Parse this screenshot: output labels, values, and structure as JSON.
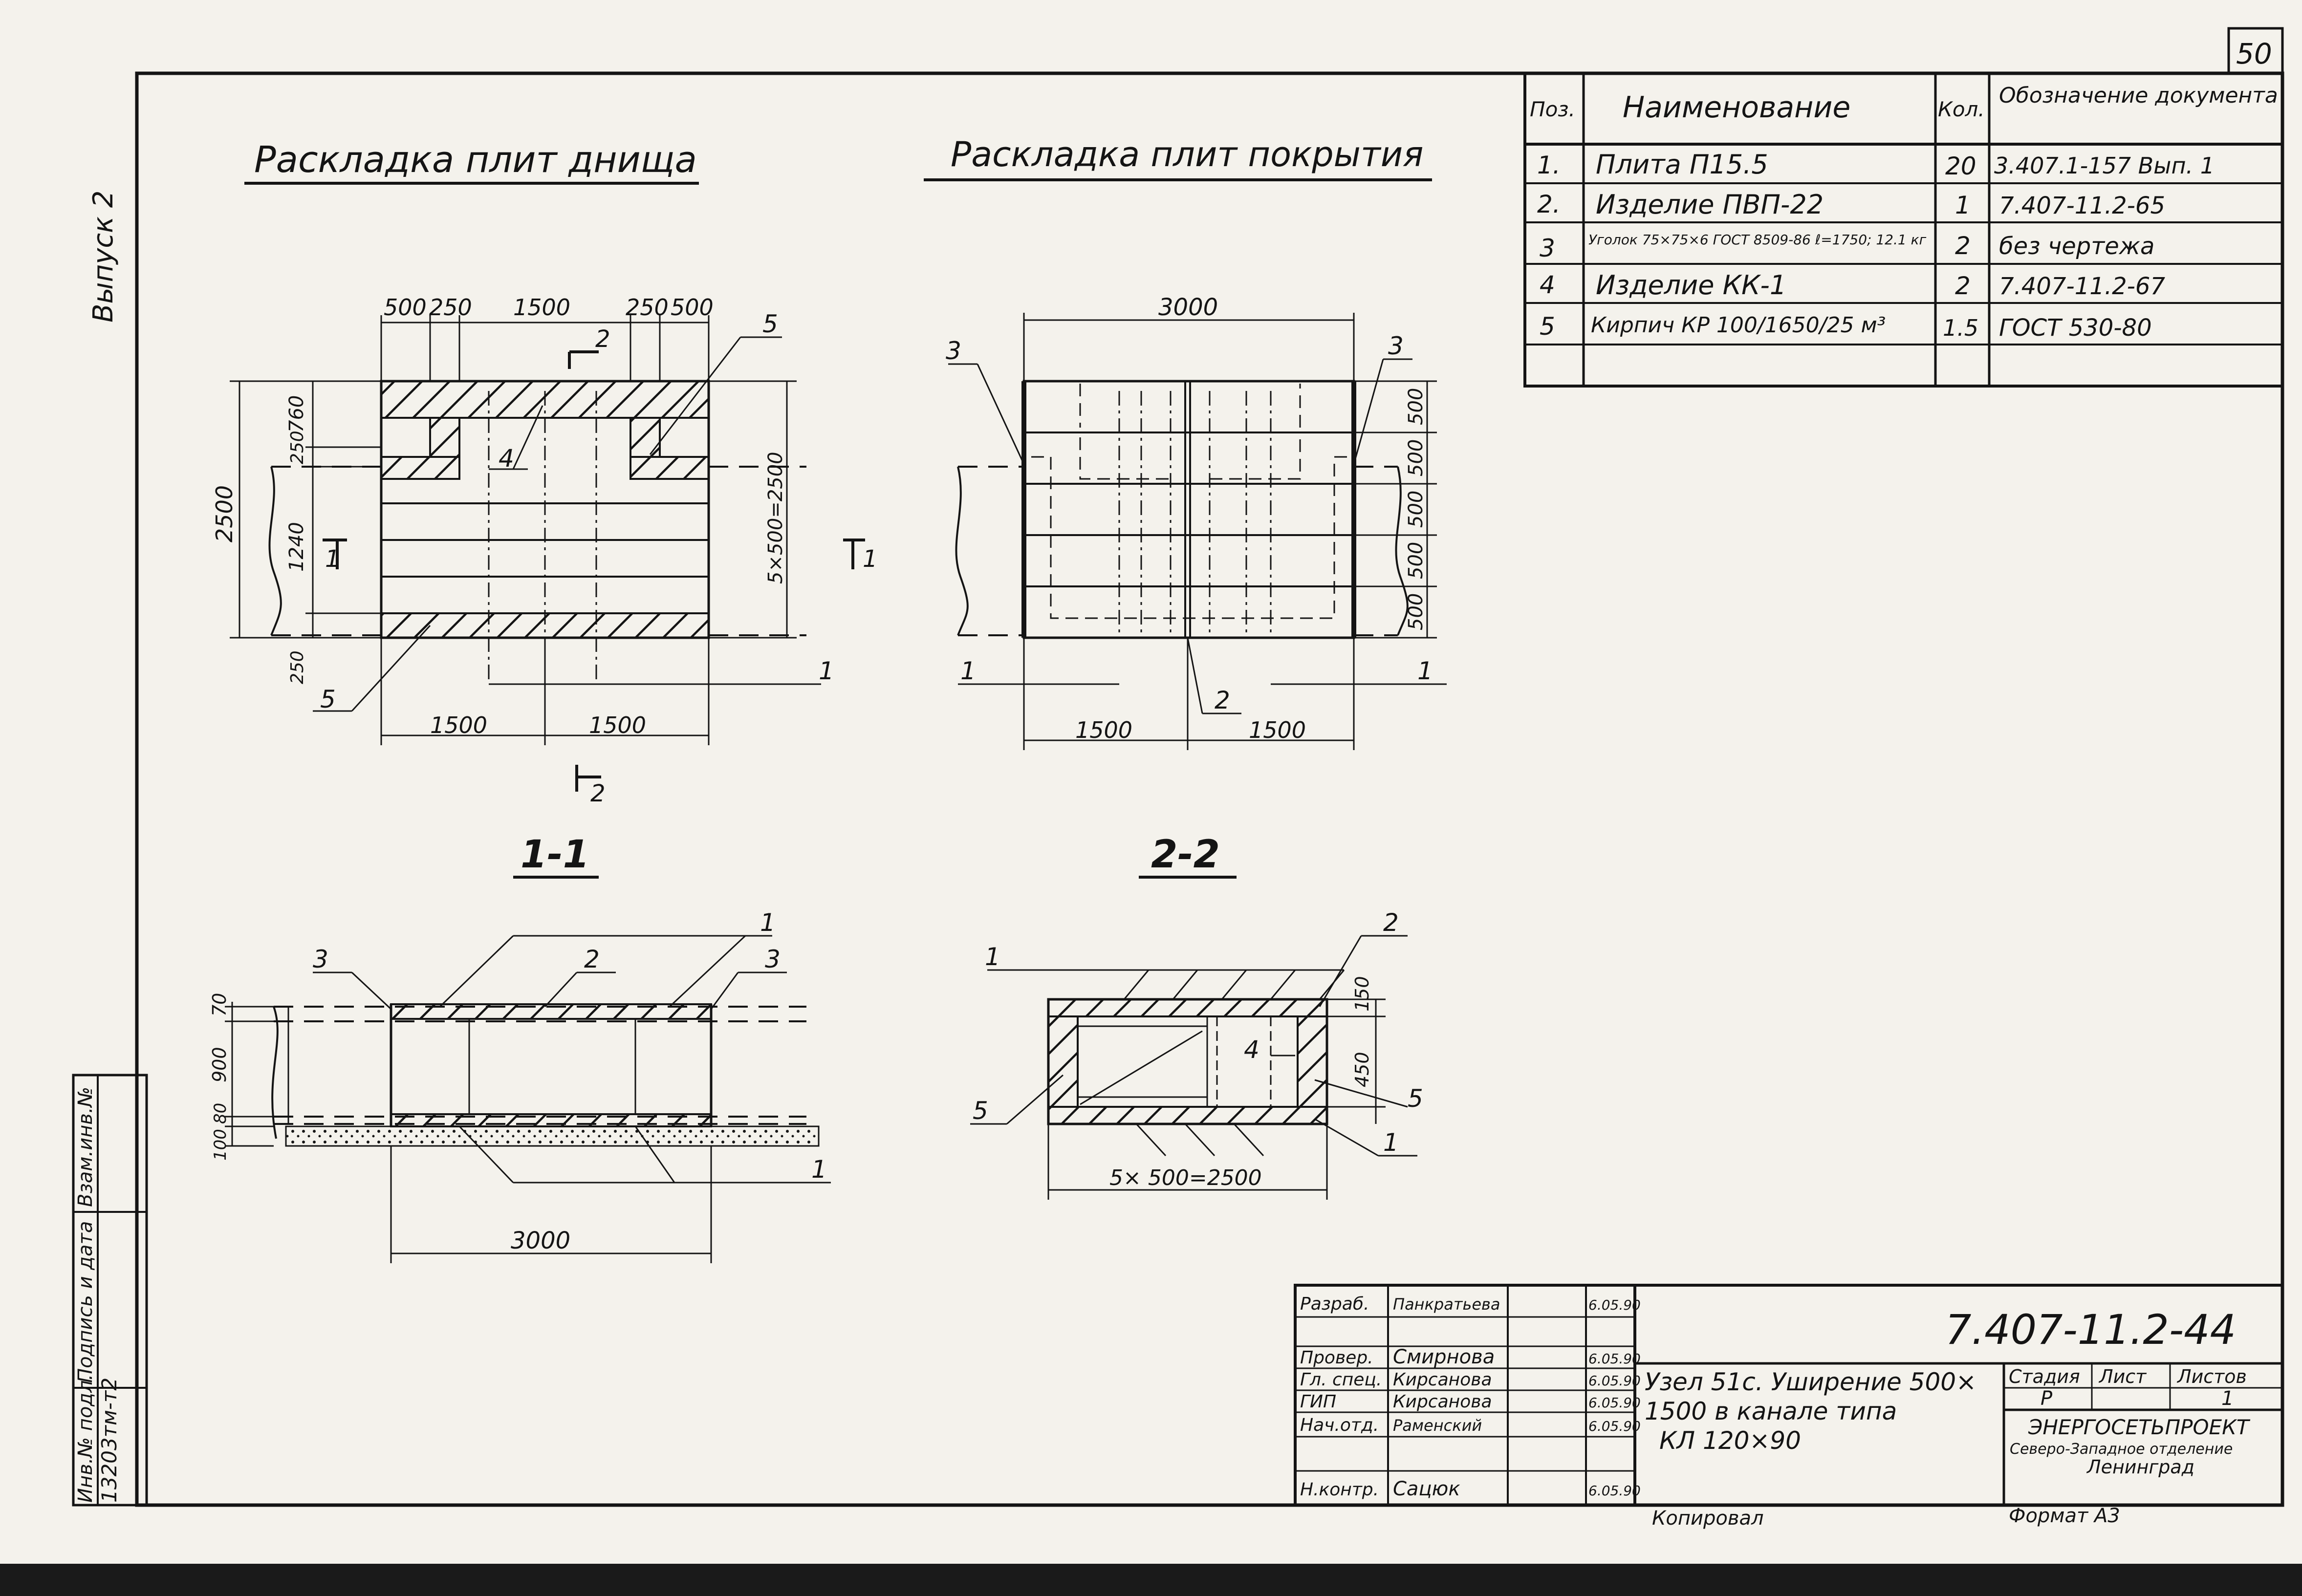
{
  "page_number": "50",
  "side_labels": {
    "issue": "Выпуск 2",
    "inv_no_label": "Инв.№ подл.",
    "sign_date_label": "Подпись и дата",
    "replace_inv_label": "Взам.инв.№",
    "inv_no_value": "13203тм-т2"
  },
  "titles": {
    "bottom_layout": "Раскладка плит днища",
    "cover_layout": "Раскладка плит покрытия",
    "section_1": "1-1",
    "section_2": "2-2"
  },
  "spec_table": {
    "headers": [
      "Поз.",
      "Наименование",
      "Кол.",
      "Обозначение документа"
    ],
    "rows": [
      [
        "1.",
        "Плита П15.5",
        "20",
        "3.407.1-157 Вып. 1"
      ],
      [
        "2.",
        "Изделие ПВП-22",
        "1",
        "7.407-11.2-65"
      ],
      [
        "3",
        "Уголок 75×75×6 ГОСТ 8509-86 ℓ=1750; 12.1 кг",
        "2",
        "без чертежа"
      ],
      [
        "4",
        "Изделие КК-1",
        "2",
        "7.407-11.2-67"
      ],
      [
        "5",
        "Кирпич КР 100/1650/25 м³",
        "1.5",
        "ГОСТ 530-80"
      ]
    ]
  },
  "drawing_labels": {
    "plan1_top_dims": [
      "500",
      "250",
      "1500",
      "250",
      "500"
    ],
    "plan1_left_dims": [
      "760",
      "250",
      "1240",
      "250"
    ],
    "plan1_total_height": "2500",
    "plan1_right_dim": "5×500=2500",
    "plan1_bottom_dims": [
      "1500",
      "1500"
    ],
    "plan1_callouts": [
      "2",
      "5",
      "4",
      "5",
      "1",
      "2"
    ],
    "plan1_section_marks": [
      "1",
      "1"
    ],
    "plan2_top_dim": "3000",
    "plan2_right_dims": [
      "500",
      "500",
      "500",
      "500",
      "500"
    ],
    "plan2_bottom_dims": [
      "1500",
      "1500"
    ],
    "plan2_callouts": [
      "3",
      "3",
      "1",
      "1",
      "2"
    ],
    "sec1_left_dims": [
      "70",
      "900",
      "80",
      "100"
    ],
    "sec1_bottom_dim": "3000",
    "sec1_callouts": [
      "3",
      "2",
      "1",
      "3",
      "1"
    ],
    "sec2_right_dims": [
      "150",
      "450"
    ],
    "sec2_bottom_dim": "5× 500=2500",
    "sec2_callouts": [
      "1",
      "2",
      "4",
      "5",
      "5",
      "1"
    ]
  },
  "title_block": {
    "roles": [
      "Разраб.",
      "Провер.",
      "Гл. спец.",
      "ГИП",
      "Нач.отд.",
      "",
      "Н.контр."
    ],
    "names": [
      "Панкратьева",
      "Смирнова",
      "Кирсанова",
      "Кирсанова",
      "Раменский",
      "",
      "Сацюк"
    ],
    "dates": [
      "6.05.90",
      "6.05.90",
      "6.05.90",
      "6.05.90",
      "6.05.90",
      "",
      "6.05.90"
    ],
    "doc_code": "7.407-11.2-44",
    "description": [
      "Узел 51с. Уширение 500×",
      "1500 в канале типа",
      "КЛ 120×90"
    ],
    "stage_headers": [
      "Стадия",
      "Лист",
      "Листов"
    ],
    "stage_values": [
      "Р",
      "",
      "1"
    ],
    "org": [
      "ЭНЕРГОСЕТЬПРОЕКТ",
      "Северо-Западное отделение",
      "Ленинград"
    ],
    "copied": "Копировал",
    "format": "Формат А3"
  }
}
